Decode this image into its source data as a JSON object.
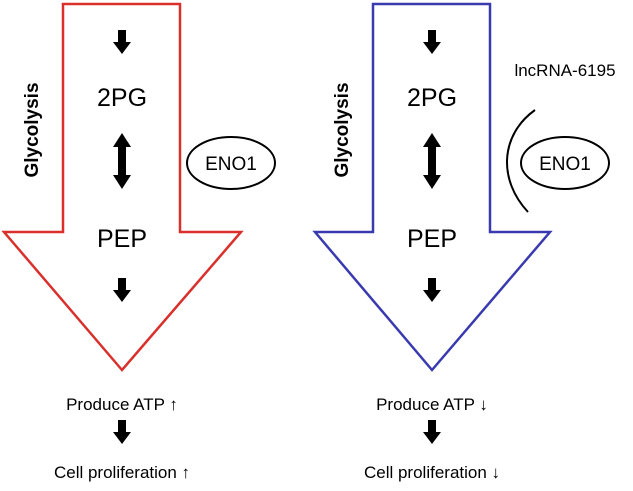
{
  "panels": {
    "left": {
      "pathway_label": "Glycolysis",
      "metabolite_top": "2PG",
      "metabolite_bottom": "PEP",
      "enzyme": "ENO1",
      "outcome_1": "Produce ATP ↑",
      "outcome_2": "Cell proliferation ↑",
      "arrow_outline_color": "#d9302c"
    },
    "right": {
      "pathway_label": "Glycolysis",
      "metabolite_top": "2PG",
      "metabolite_bottom": "PEP",
      "enzyme": "ENO1",
      "regulator": "lncRNA-6195",
      "outcome_1": "Produce ATP ↓",
      "outcome_2": "Cell proliferation ↓",
      "arrow_outline_color": "#3a3ab0"
    }
  },
  "icons": [
    "down-arrow-icon",
    "double-arrow-icon",
    "rna-strand-icon"
  ]
}
